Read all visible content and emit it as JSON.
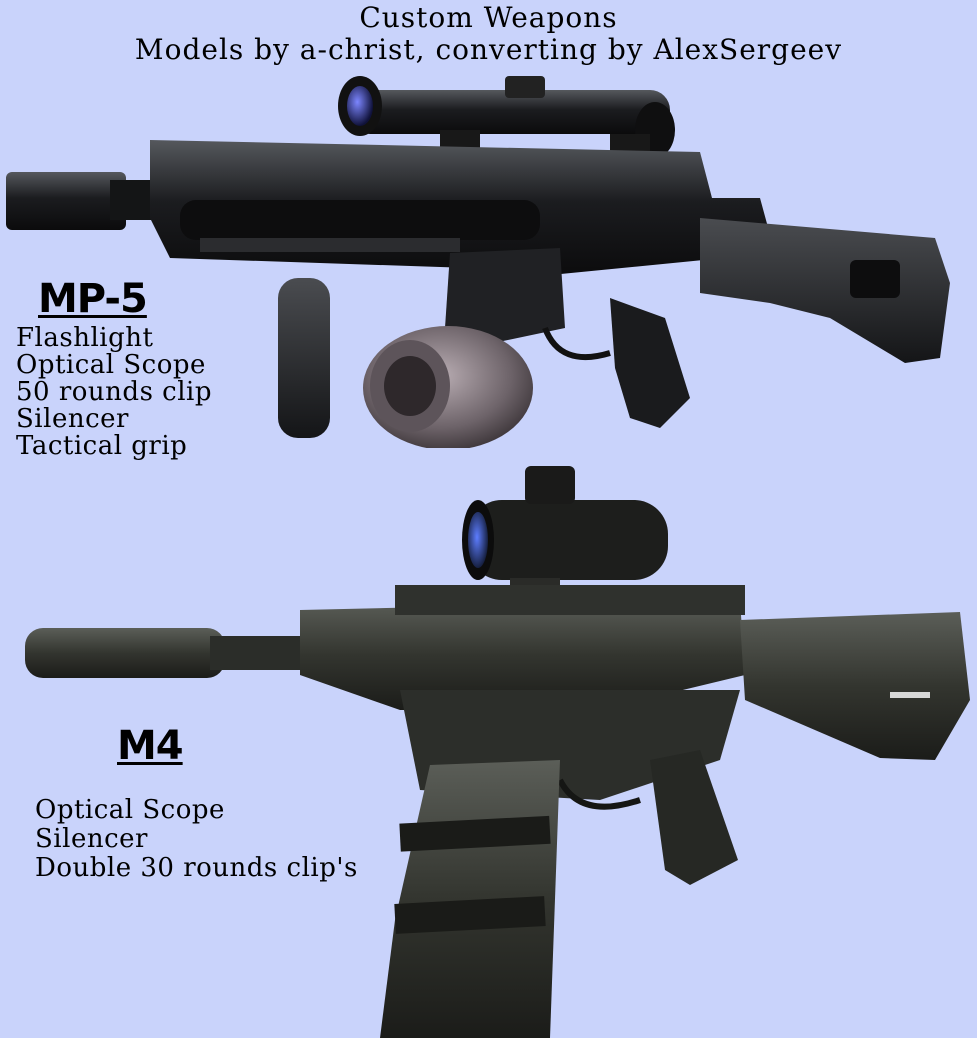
{
  "header": {
    "title": "Custom Weapons",
    "credits": "Models by a-christ, converting by AlexSergeev"
  },
  "weapons": [
    {
      "name": "MP-5",
      "features": [
        "Flashlight",
        "Optical Scope",
        "50 rounds clip",
        "Silencer",
        "Tactical grip"
      ],
      "icon": "mp5-rifle-image"
    },
    {
      "name": "M4",
      "features": [
        "Optical Scope",
        "Silencer",
        "Double 30 rounds clip's"
      ],
      "icon": "m4-rifle-image"
    }
  ],
  "colors": {
    "background": "#c9d3fb",
    "mp5_body": "#1f2124",
    "m4_body": "#3a3d38",
    "drum_mag": "#7c7278"
  }
}
